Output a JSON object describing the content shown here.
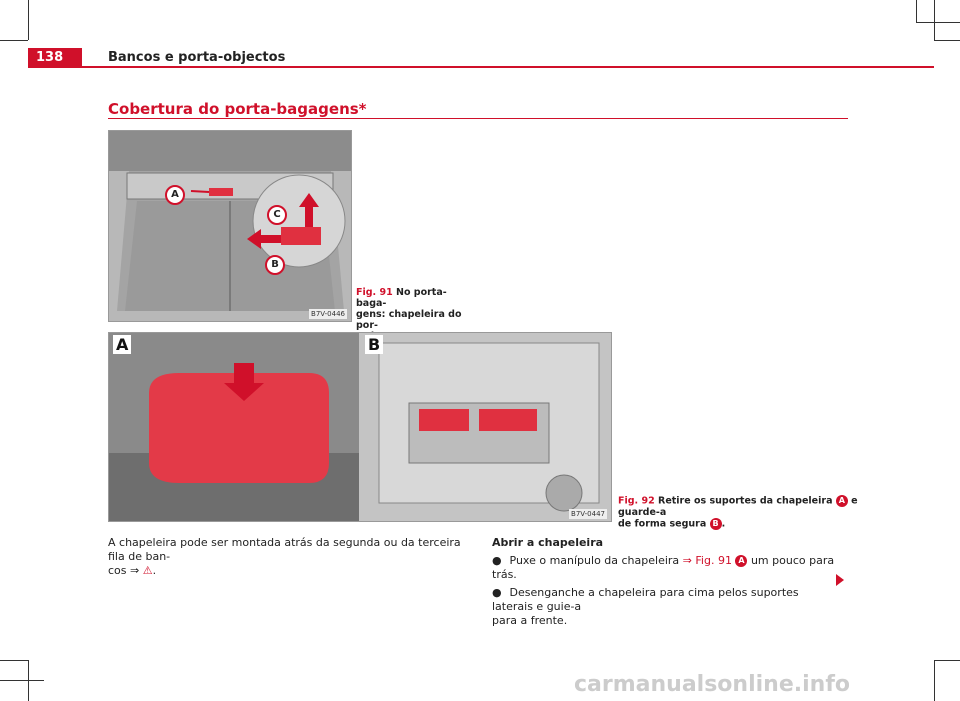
{
  "header": {
    "page_number": "138",
    "running_title": "Bancos e porta-objectos"
  },
  "section": {
    "title": "Cobertura do porta-bagagens*"
  },
  "figures": [
    {
      "code": "B7V-0446",
      "label": "Fig. 91",
      "caption": "No porta-baga-\ngens: chapeleira do por-\nta-bagagens.",
      "callouts": [
        "A",
        "B",
        "C"
      ]
    },
    {
      "code": "B7V-0447",
      "label": "Fig. 92",
      "caption_part1": "Retire os suportes da chapeleira",
      "badge_a": "A",
      "caption_part2": "e guarde-a",
      "caption_line2": "de forma segura",
      "badge_b": "B",
      "panel_labels": [
        "A",
        "B"
      ]
    }
  ],
  "left_column": {
    "line1": "A chapeleira pode ser montada atrás da segunda ou da terceira fila de ban-",
    "line2_prefix": "cos ⇒",
    "warn_icon": "⚠",
    "line2_suffix": "."
  },
  "right_column": {
    "subheading": "Abrir a chapeleira",
    "bullet1_text": "Puxe o manípulo da chapeleira",
    "bullet1_ref": "⇒ Fig. 91",
    "bullet1_badge": "A",
    "bullet1_suffix": "um pouco para trás.",
    "bullet2_line1": "Desenganche a chapeleira para cima pelos suportes laterais e guie-a",
    "bullet2_line2": "para a frente.",
    "bullet_glyph": "●"
  },
  "watermark": "carmanualsonline.info"
}
